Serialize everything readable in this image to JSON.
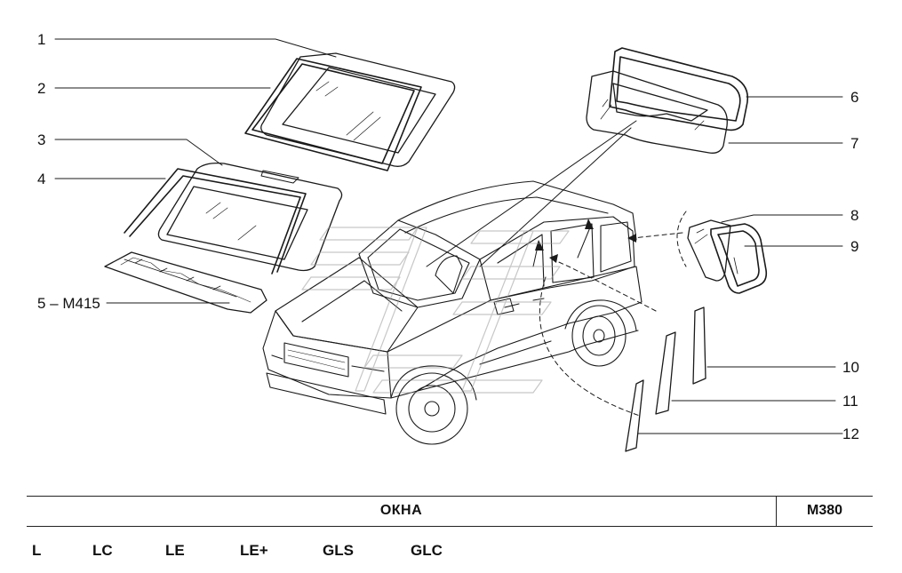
{
  "callouts": [
    {
      "id": "1",
      "label": "1"
    },
    {
      "id": "2",
      "label": "2"
    },
    {
      "id": "3",
      "label": "3"
    },
    {
      "id": "4",
      "label": "4"
    },
    {
      "id": "5",
      "label": "5 – M415"
    },
    {
      "id": "6",
      "label": "6"
    },
    {
      "id": "7",
      "label": "7"
    },
    {
      "id": "8",
      "label": "8"
    },
    {
      "id": "9",
      "label": "9"
    },
    {
      "id": "10",
      "label": "10"
    },
    {
      "id": "11",
      "label": "11"
    },
    {
      "id": "12",
      "label": "12"
    }
  ],
  "footer": {
    "title": "ОКНА",
    "code": "M380",
    "variants": [
      "L",
      "LC",
      "LE",
      "LE+",
      "GLS",
      "GLC"
    ]
  }
}
